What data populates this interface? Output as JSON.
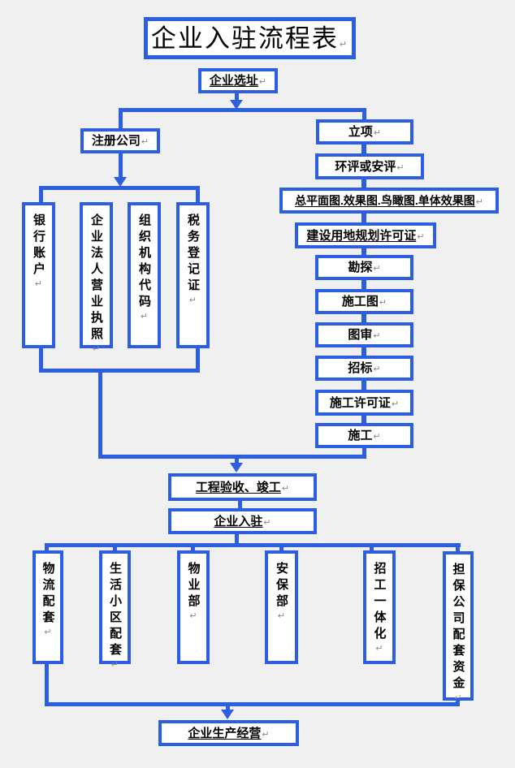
{
  "page": {
    "background": "#f0f0f1",
    "accent": "#2b5ee0",
    "box_fill": "#ffffff",
    "text_color": "#000000",
    "mark_color": "#8a8a8a",
    "paragraph_mark": "↵"
  },
  "title": "企业入驻流程表",
  "flow": {
    "site_selection": "企业选址",
    "register_company": "注册公司",
    "register_requirements": [
      "银行账户",
      "企业法人营业执照",
      "组织机构代码",
      "税务登记证"
    ],
    "construction_chain": [
      "立项",
      "环评或安评",
      "总平面图.效果图.鸟瞰图.单体效果图",
      "建设用地规划许可证",
      "勘探",
      "施工图",
      "图审",
      "招标",
      "施工许可证",
      "施工"
    ],
    "acceptance": "工程验收、竣工",
    "move_in": "企业入驻",
    "support_services": [
      "物流配套",
      "生活小区配套",
      "物业部",
      "安保部",
      "招工一体化",
      "担保公司配套资金"
    ],
    "operation": "企业生产经营"
  }
}
